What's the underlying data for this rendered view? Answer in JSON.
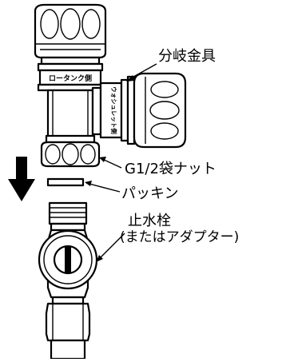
{
  "labels": {
    "bunki": "分岐金具",
    "nut": "G1/2袋ナット",
    "packing": "パッキン",
    "stopcock_line1": "止水栓",
    "stopcock_line2": "(またはアダプター)"
  },
  "band_labels": {
    "tank_side": "ロータンク側",
    "washlet_side": "ウォシュレット側"
  },
  "icons": {
    "direction": "down-arrow"
  },
  "colors": {
    "ink": "#000000",
    "paper": "#ffffff"
  }
}
